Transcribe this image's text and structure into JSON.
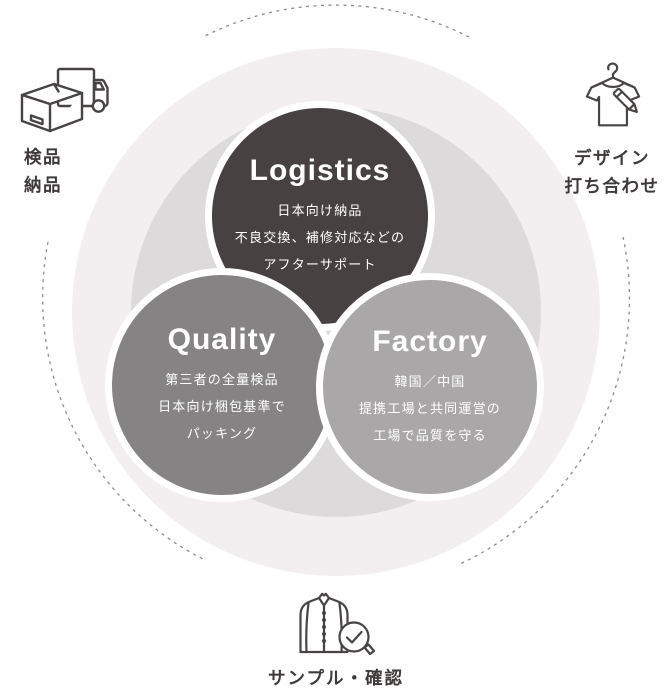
{
  "colors": {
    "outer_circle": "#f3eff1",
    "inner_circle": "#dcdadb",
    "logistics_fill": "#474241",
    "quality_fill": "#858383",
    "factory_fill": "#a9a7a7",
    "circle_ring": "#ffffff",
    "dashed_ring": "#8e8b8b",
    "icon_stroke": "#474443",
    "label_text": "#3e3a39",
    "circle_text": "#ffffff"
  },
  "circles": [
    {
      "id": "logistics",
      "title": "Logistics",
      "lines": [
        "日本向け納品",
        "不良交換、補修対応などの",
        "アフターサポート"
      ]
    },
    {
      "id": "quality",
      "title": "Quality",
      "lines": [
        "第三者の全量検品",
        "日本向け梱包基準で",
        "パッキング"
      ]
    },
    {
      "id": "factory",
      "title": "Factory",
      "lines": [
        "韓国／中国",
        "提携工場と共同運営の",
        "工場で品質を守る"
      ]
    }
  ],
  "satellites": [
    {
      "id": "inspection-delivery",
      "icon": "box-truck-icon",
      "position": "top-left",
      "lines": [
        "検品",
        "納品"
      ]
    },
    {
      "id": "design-meeting",
      "icon": "tshirt-pencil-icon",
      "position": "top-right",
      "lines": [
        "デザイン",
        "打ち合わせ"
      ]
    },
    {
      "id": "sample-check",
      "icon": "shirt-check-icon",
      "position": "bottom",
      "line": "サンプル・確認"
    }
  ]
}
